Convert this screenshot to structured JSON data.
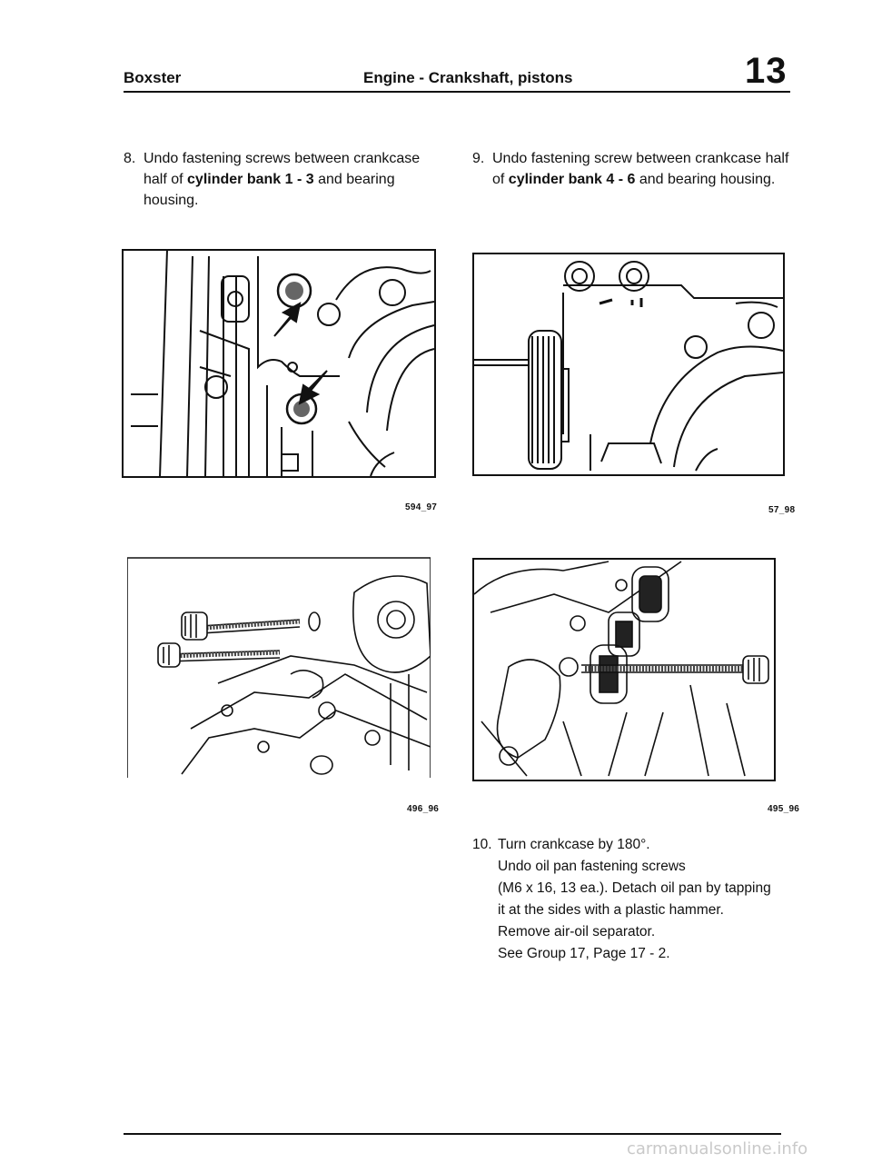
{
  "header": {
    "left": "Boxster",
    "center": "Engine - Crankshaft, pistons",
    "group_number": "13"
  },
  "steps": {
    "s8": {
      "number": "8.",
      "t1": "Undo fastening screws between crankcase half of ",
      "b1": "cylinder bank 1 - 3",
      "t2": " and bearing housing."
    },
    "s9": {
      "number": "9.",
      "t1": "Undo fastening screw between crankcase half of ",
      "b1": "cylinder bank 4 - 6",
      "t2": " and bearing housing."
    },
    "s10": {
      "number": "10.",
      "line1": "Turn crankcase by 180°.",
      "line2": "Undo oil pan fastening screws",
      "line3": "(M6 x 16, 13 ea.). Detach oil pan by tapping",
      "line4": "it at the sides with a plastic hammer.",
      "line5": "Remove air-oil separator.",
      "line6": "See Group 17, Page 17 - 2."
    }
  },
  "figures": {
    "f1": "594_97",
    "f2": "57_98",
    "f3": "496_96",
    "f4": "495_96"
  },
  "footer": {
    "watermark": "carmanualsonline.info"
  }
}
